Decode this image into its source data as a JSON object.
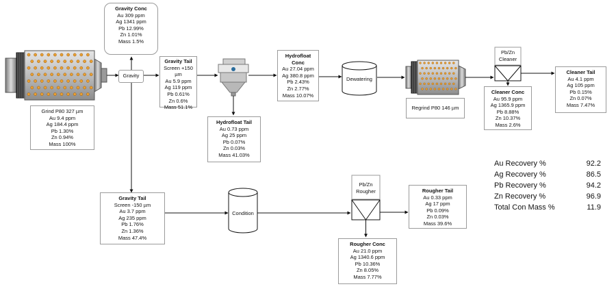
{
  "feed": {
    "lines": [
      "Grind P80 327 µm",
      "Au 9.4 ppm",
      "Ag 184.4 ppm",
      "Pb 1.30%",
      "Zn 0.94%",
      "Mass 100%"
    ]
  },
  "gravity_label": "Gravity",
  "gravity_conc": {
    "title": "Gravity Conc",
    "lines": [
      "Au 309 ppm",
      "Ag 1341 ppm",
      "Pb 12.99%",
      "Zn 1.01%",
      "Mass 1.5%"
    ]
  },
  "gravity_tail_coarse": {
    "title": "Gravity Tail",
    "lines": [
      "Screen +150 µm",
      "Au 5.9 ppm",
      "Ag 119 ppm",
      "Pb 0.61%",
      "Zn 0.6%",
      "Mass 51.1%"
    ]
  },
  "hydrofloat_conc": {
    "title": "Hydrofloat Conc",
    "lines": [
      "Au 27.04 ppm",
      "Ag 380.8 ppm",
      "Pb 2.43%",
      "Zn 2.77%",
      "Mass 10.07%"
    ]
  },
  "hydrofloat_tail": {
    "title": "Hydrofloat Tail",
    "lines": [
      "Au 0.73 ppm",
      "Ag 25 ppm",
      "Pb 0.07%",
      "Zn 0.03%",
      "Mass 41.03%"
    ]
  },
  "dewatering_label": "Dewatering",
  "regrind_label": "Regrind P80 146 µm",
  "cleaner_label_lines": [
    "Pb/Zn",
    "Cleaner"
  ],
  "cleaner_conc": {
    "title": "Cleaner Conc",
    "lines": [
      "Au 95.9 ppm",
      "Ag 1365.9 ppm",
      "Pb 8.88%",
      "Zn 10.37%",
      "Mass 2.6%"
    ]
  },
  "cleaner_tail": {
    "title": "Cleaner Tail",
    "lines": [
      "Au 4.1 ppm",
      "Ag 105 ppm",
      "Pb 0.15%",
      "Zn 0.07%",
      "Mass 7.47%"
    ]
  },
  "gravity_tail_fine": {
    "title": "Gravity Tail",
    "lines": [
      "Screen -150 µm",
      "Au 3.7 ppm",
      "Ag 235 ppm",
      "Pb 1.76%",
      "Zn 1.36%",
      "Mass 47.4%"
    ]
  },
  "condition_label": "Condition",
  "rougher_label_lines": [
    "Pb/Zn",
    "Rougher"
  ],
  "rougher_tail": {
    "title": "Rougher Tail",
    "lines": [
      "Au 0.33 ppm",
      "Ag 17 ppm",
      "Pb 0.09%",
      "Zn 0.03%",
      "Mass 39.6%"
    ]
  },
  "rougher_conc": {
    "title": "Rougher Conc",
    "lines": [
      "Au 21.0 ppm",
      "Ag 1340.6 ppm",
      "Pb 10.36%",
      "Zn 8.05%",
      "Mass 7.77%"
    ]
  },
  "recovery": [
    {
      "label": "Au Recovery %",
      "value": "92.2"
    },
    {
      "label": "Ag Recovery %",
      "value": "86.5"
    },
    {
      "label": "Pb Recovery %",
      "value": "94.2"
    },
    {
      "label": "Zn Recovery %",
      "value": "96.9"
    },
    {
      "label": "Total Con Mass %",
      "value": "11.9"
    }
  ],
  "colors": {
    "mill_body": "#bdbdbd",
    "mill_ball": "#e8a033",
    "line": "#111111",
    "box_border": "#9a9a9a"
  }
}
